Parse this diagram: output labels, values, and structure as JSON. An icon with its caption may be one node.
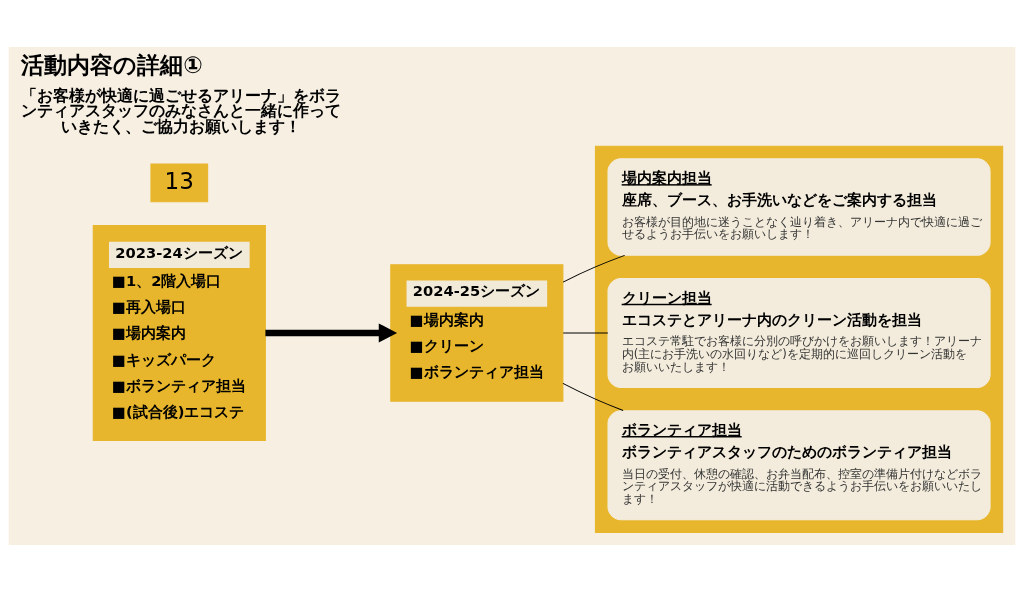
{
  "diagram": {
    "title": "活動内容の詳細①",
    "nodes": [
      {
        "text": [
          "2023-24シーズン",
          "■1、2階入場口",
          "■再入場口",
          "■場内案内",
          "■キッズパーク",
          "■ボランティア担当",
          "■(試合後)エコステ"
        ]
      },
      {
        "text": [
          "2024-25シーズン",
          "■場内案内",
          "■クリーン",
          "■ボランティア担当"
        ]
      },
      {
        "text": [],
        "shape": "box"
      },
      {
        "text": [
          "場内案内担当",
          "座席、ブース、お手洗いなどをご案内する担当",
          "お客様が目的地に迷うことなく辿り着き、アリーナ内で快適に過ごせるようお手伝いをお願いします！"
        ],
        "in": 2
      },
      {
        "text": [
          "クリーン担当",
          "エコステとアリーナ内のクリーン活動を担当",
          "エコステ常駐でお客様に分別の呼びかけをお願いします！アリーナ内(主にお手洗いの水回りなど)を定期的に巡回しクリーン活動をお願いいたします！"
        ],
        "in": 2
      },
      {
        "text": [
          "ボランティア担当",
          "ボランティアスタッフのためのボランティア担当",
          "当日の受付、休憩の確認、お弁当配布、控室の準備片付けなどボランティアスタッフが快適に活動できるようお手伝いをお願いいたします！"
        ],
        "in": 2
      }
    ],
    "edges": [
      {
        "from": 0,
        "to": 1,
        "arrow": "to",
        "style": "thick"
      },
      {
        "from": 1,
        "to": 3,
        "arrow": "none"
      },
      {
        "from": 1,
        "to": 4,
        "arrow": "none"
      },
      {
        "from": 1,
        "to": 5,
        "arrow": "none"
      }
    ],
    "labels": [
      "13",
      "「お客様が快適に過ごせるアリーナ」をボランティアスタッフのみなさんと一緒に作っていきたく、ご協力お願いします！"
    ]
  }
}
